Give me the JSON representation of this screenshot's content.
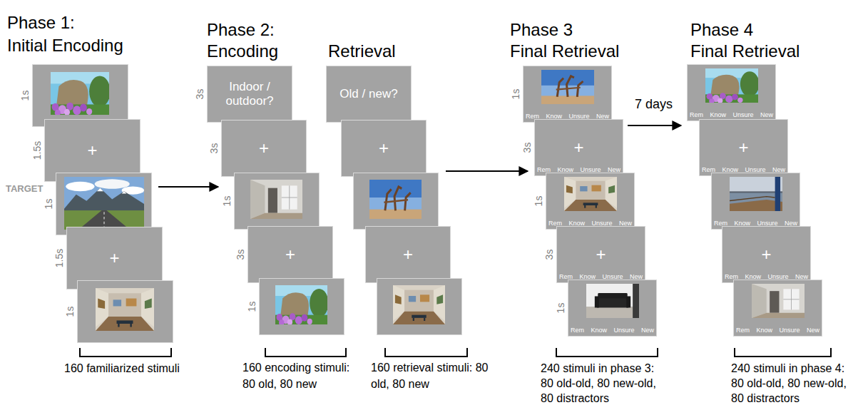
{
  "diagram": {
    "nodes": [
      {
        "text": [
          "+"
        ]
      },
      {
        "text": [
          "+"
        ]
      },
      {
        "text": [
          "Indoor / outdoor?"
        ]
      },
      {
        "text": [
          "+"
        ]
      },
      {
        "text": [
          "+"
        ]
      },
      {
        "text": [
          "Old / new?"
        ]
      },
      {
        "text": [
          "+"
        ]
      },
      {
        "text": [
          "+"
        ]
      },
      {
        "text": [
          "Rem",
          "Know",
          "Unsure",
          "New"
        ]
      },
      {
        "text": [
          "+",
          "Rem",
          "Know",
          "Unsure",
          "New"
        ]
      },
      {
        "text": [
          "Rem",
          "Know",
          "Unsure",
          "New"
        ]
      },
      {
        "text": [
          "+",
          "Rem",
          "Know",
          "Unsure",
          "New"
        ]
      },
      {
        "text": [
          "Rem",
          "Know",
          "Unsure",
          "New"
        ]
      },
      {
        "text": [
          "Rem",
          "Know",
          "Unsure",
          "New"
        ]
      },
      {
        "text": [
          "+",
          "Rem",
          "Know",
          "Unsure",
          "New"
        ]
      },
      {
        "text": [
          "Rem",
          "Know",
          "Unsure",
          "New"
        ]
      },
      {
        "text": [
          "+",
          "Rem",
          "Know",
          "Unsure",
          "New"
        ]
      },
      {
        "text": [
          "Rem",
          "Know",
          "Unsure",
          "New"
        ]
      }
    ],
    "labels": [
      "Phase 1:",
      "Initial Encoding",
      "TARGET",
      "1s",
      "1.5s",
      "1s",
      "1.5s",
      "1s",
      "160 familiarized stimuli",
      "Phase 2:",
      "Encoding",
      "Retrieval",
      "3s",
      "3s",
      "1s",
      "3s",
      "1s",
      "160 encoding stimuli: 80 old, 80 new",
      "160 retrieval stimuli: 80 old, 80 new",
      "Phase 3",
      "Final Retrieval",
      "1s",
      "3s",
      "1s",
      "3s",
      "1s",
      "240 stimuli in phase 3: 80 old-old, 80 new-old, 80 distractors",
      "7 days",
      "Phase 4",
      "Final Retrieval",
      "240 stimuli in phase 4: 80 old-old, 80 new-old, 80 distractors"
    ]
  }
}
